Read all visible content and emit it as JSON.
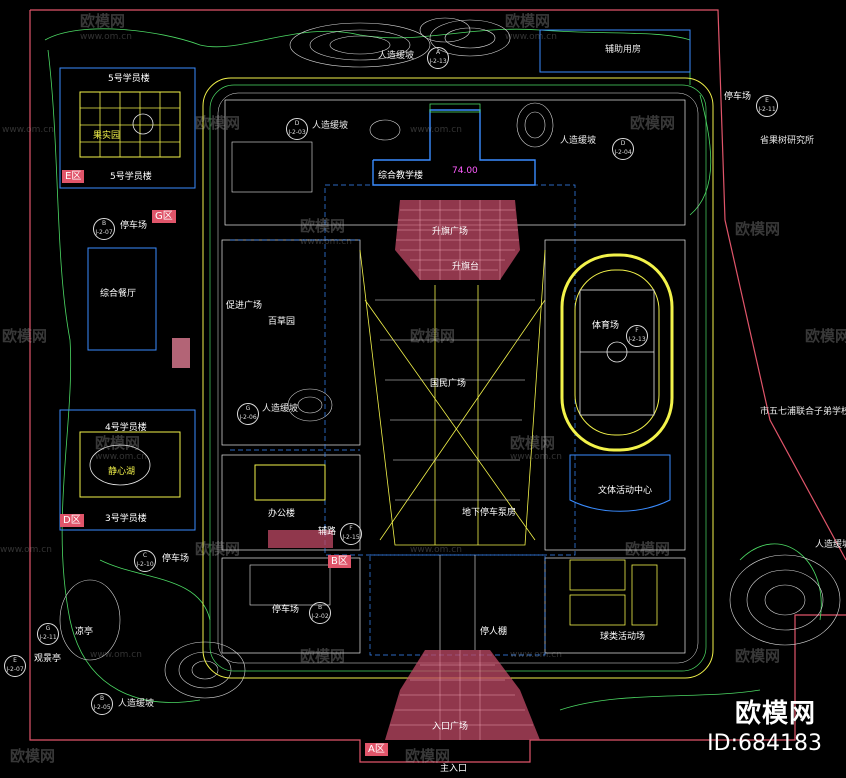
{
  "watermark": {
    "brand": "欧模网",
    "url": "www.om.cn",
    "id": "ID:684183"
  },
  "zones": {
    "a": "A区",
    "b": "B区",
    "d": "D区",
    "e": "E区",
    "g": "G区"
  },
  "labels": {
    "auxiliary_building": "辅助用房",
    "artificial_slope_top": "人造缓坡",
    "artificial_slope_north": "人造缓坡",
    "artificial_slope_ne": "人造缓坡",
    "artificial_slope_west": "人造缓坡",
    "artificial_slope_sw": "人造缓坡",
    "artificial_slope_east": "人造缓坡",
    "dorm5_top": "5号学员楼",
    "dorm5_bottom": "5号学员楼",
    "fruit_garden": "果实园",
    "parking_ne": "停车场",
    "parking_west": "停车场",
    "parking_sw": "停车场",
    "parking_south": "停车场",
    "research_institute": "省果树研究所",
    "teaching_building": "综合教学楼",
    "elevation": "74.00",
    "plaza_upper": "升旗广场",
    "flag_platform": "升旗台",
    "dining_hall": "综合餐厅",
    "welcome_plaza": "促进广场",
    "hundred_sites": "百草园",
    "sports_field": "体育场",
    "citizen_plaza": "国民广场",
    "united_school": "市五七浦联合子弟学校",
    "dorm4": "4号学员楼",
    "dorm3": "3号学员楼",
    "heart_pond": "静心湖",
    "culture_center": "文体活动中心",
    "office": "办公楼",
    "path_west": "辅路",
    "underground_parking": "地下停车泵房",
    "bike_parking": "停人棚",
    "sports_courts": "球类活动场",
    "pavilion": "凉亭",
    "viewing_pavilion": "观景亭",
    "entrance_plaza": "入口广场",
    "main_entrance": "主入口"
  },
  "callouts": [
    {
      "top": "A",
      "bottom": "J-2-13"
    },
    {
      "top": "D",
      "bottom": "J-2-03"
    },
    {
      "top": "D",
      "bottom": "J-2-04"
    },
    {
      "top": "B",
      "bottom": "J-2-07"
    },
    {
      "top": "E",
      "bottom": "J-2-11"
    },
    {
      "top": "F",
      "bottom": "J-2-13"
    },
    {
      "top": "G",
      "bottom": "J-2-06"
    },
    {
      "top": "C",
      "bottom": "J-2-10"
    },
    {
      "top": "F",
      "bottom": "J-2-15"
    },
    {
      "top": "B",
      "bottom": "J-2-02"
    },
    {
      "top": "G",
      "bottom": "J-2-11"
    },
    {
      "top": "E",
      "bottom": "J-2-07"
    },
    {
      "top": "B",
      "bottom": "J-2-05"
    }
  ],
  "colors": {
    "background": "#000000",
    "boundary": "#e0556a",
    "road": "#f2f24a",
    "building": "#3a8cff",
    "green": "#4cd964",
    "paving": "#ff8fa8",
    "white_line": "#e8e8e8"
  }
}
